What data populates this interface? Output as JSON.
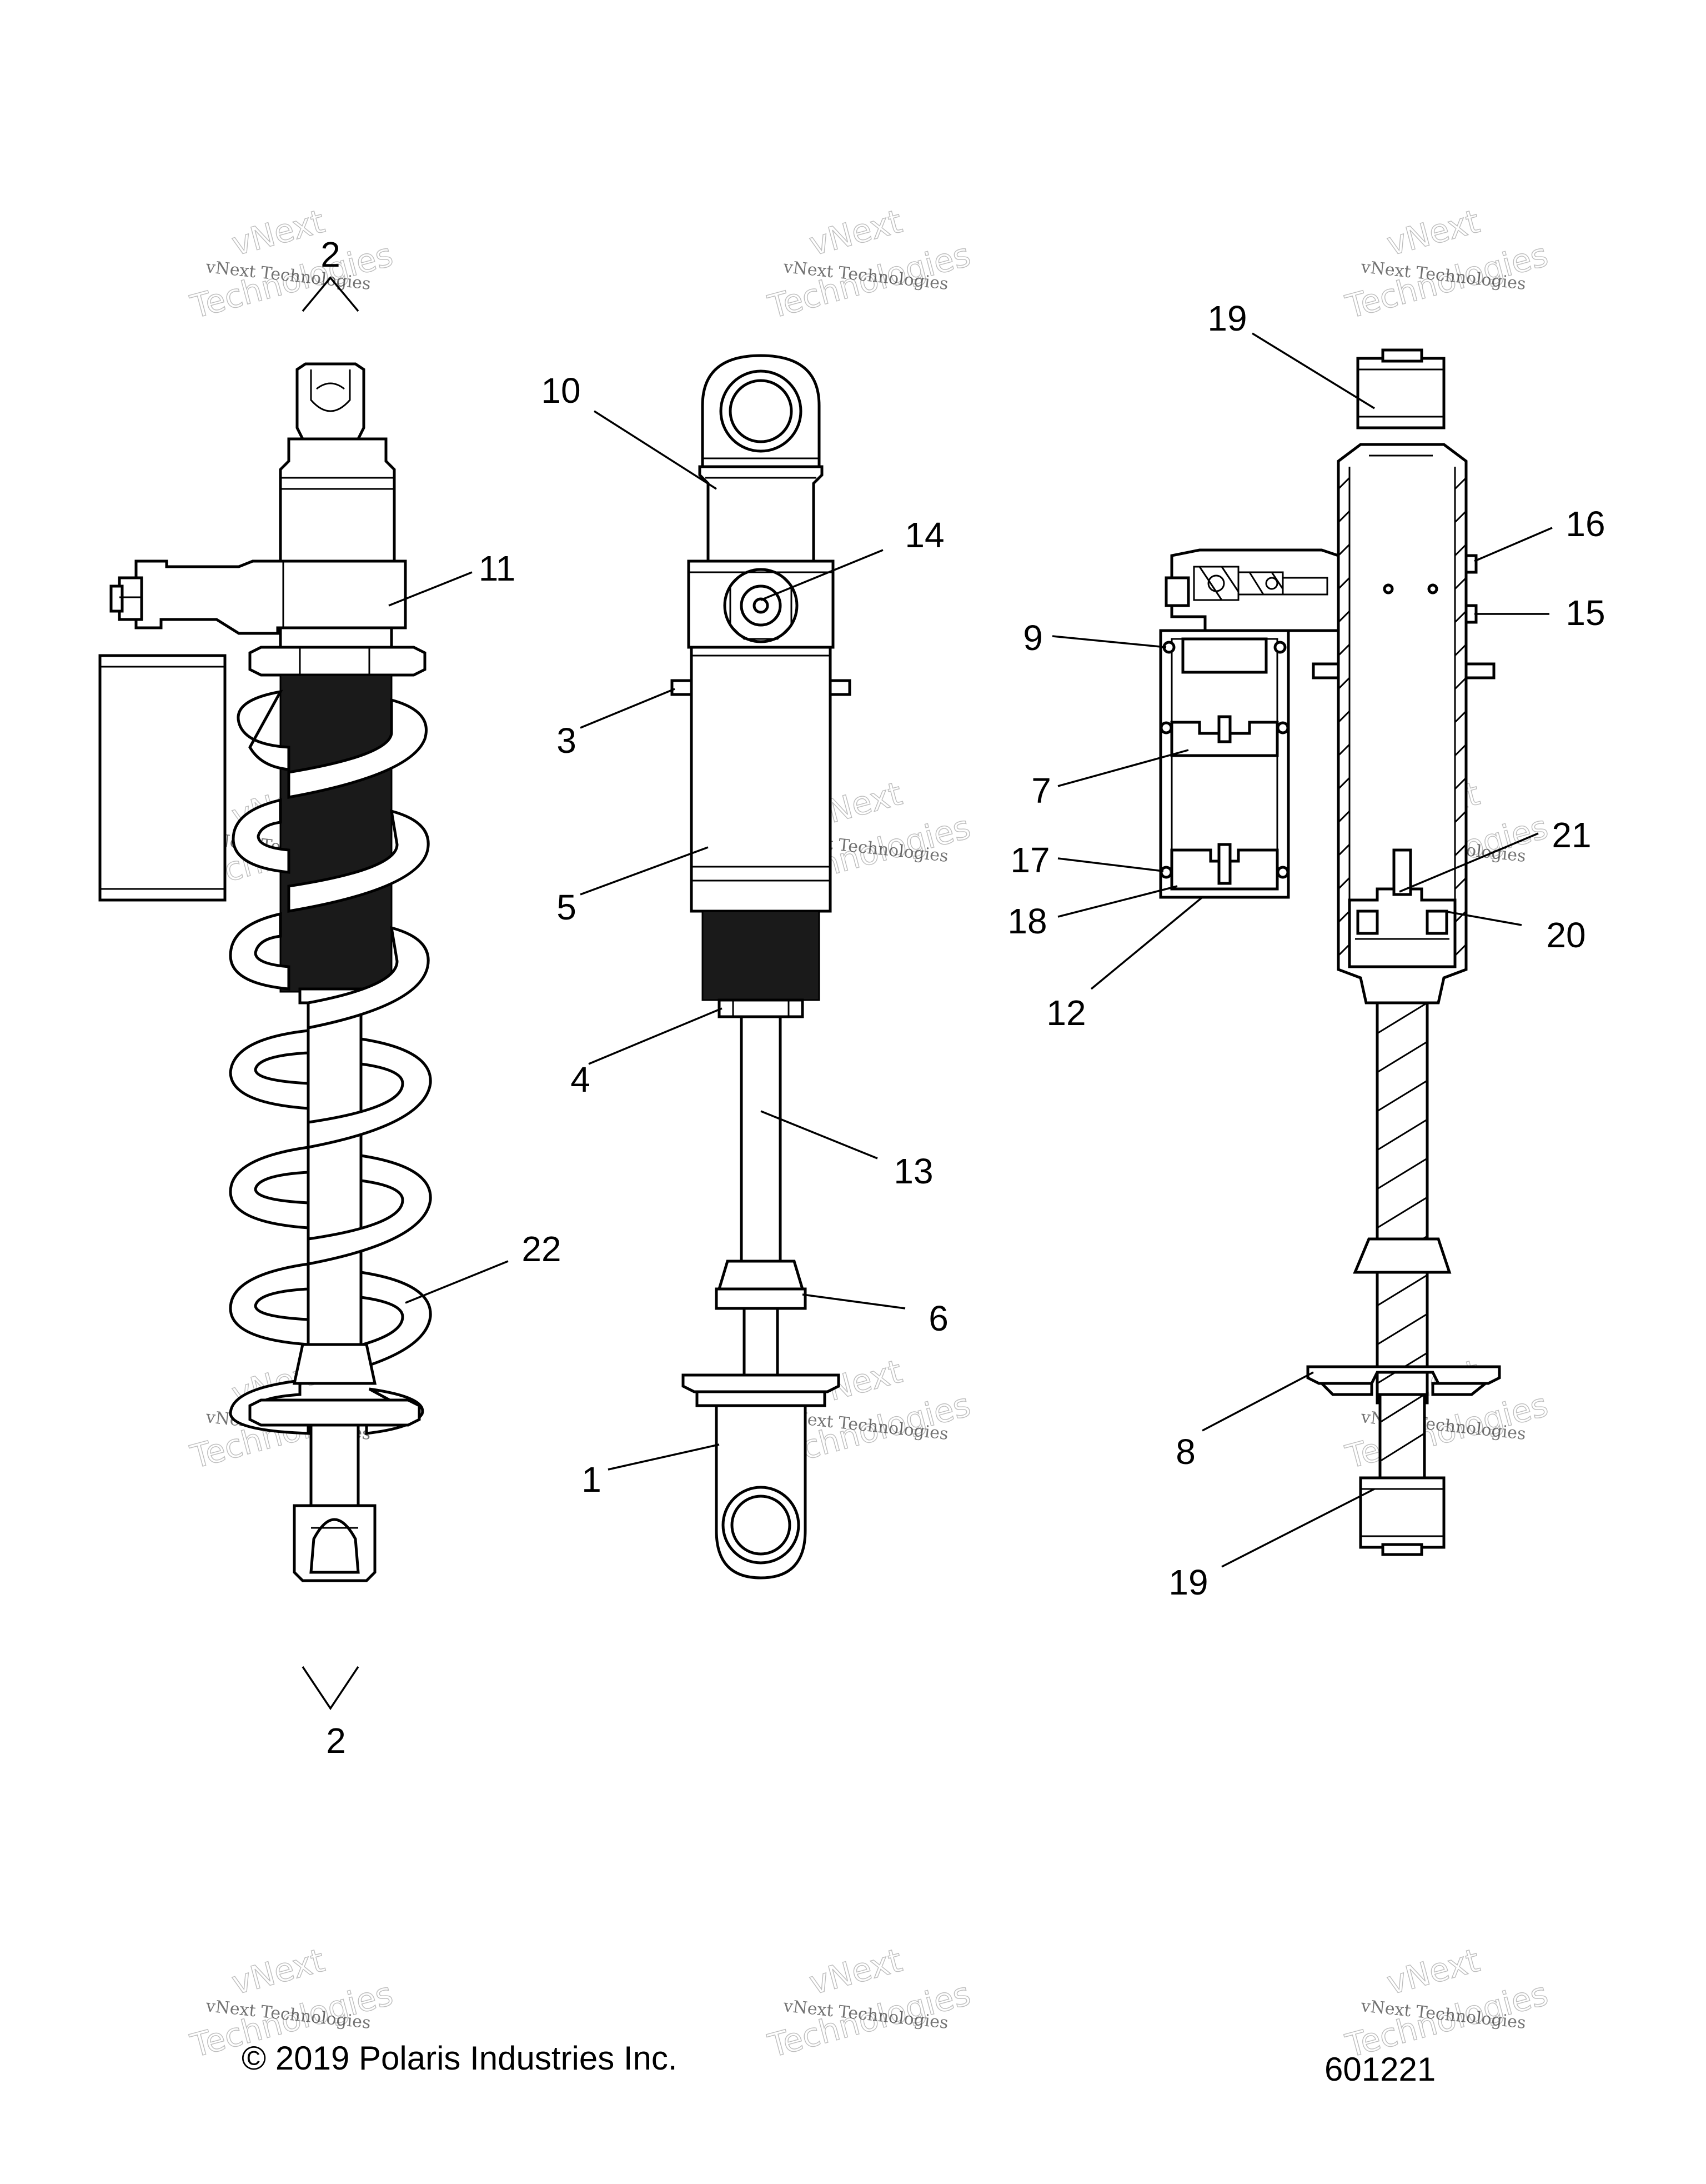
{
  "callouts": {
    "c2_top": "2",
    "c2_bottom": "2",
    "c11": "11",
    "c22": "22",
    "c10": "10",
    "c14": "14",
    "c3": "3",
    "c5": "5",
    "c4": "4",
    "c13": "13",
    "c6": "6",
    "c1": "1",
    "c19_top": "19",
    "c16": "16",
    "c15": "15",
    "c9": "9",
    "c7": "7",
    "c17": "17",
    "c18": "18",
    "c12": "12",
    "c21": "21",
    "c20": "20",
    "c8": "8",
    "c19_bottom": "19"
  },
  "footer": {
    "copyright": "© 2019 Polaris Industries Inc.",
    "diagram_number": "601221"
  },
  "watermark": {
    "line1": "vNext Technologies",
    "line2": "vNext",
    "line3": "Technologies"
  }
}
